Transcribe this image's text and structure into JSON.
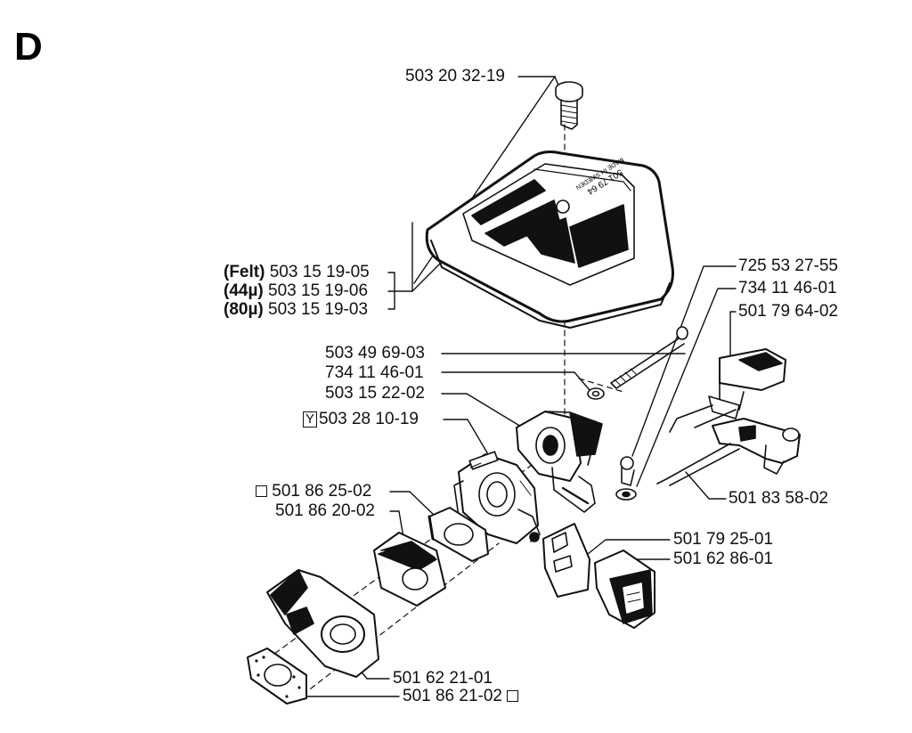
{
  "section": "D",
  "callouts": {
    "screw_top": "503 20 32-19",
    "filter_felt_prefix": "(Felt)",
    "filter_felt": "503 15 19-05",
    "filter_44_prefix": "(44µ)",
    "filter_44": "503 15 19-06",
    "filter_80_prefix": "(80µ)",
    "filter_80": "503 15 19-03",
    "bolt_long": "503 49 69-03",
    "washer_left": "734 11 46-01",
    "carb_holder": "503 15 22-02",
    "carb_marker": "Y",
    "carburetor": "503 28 10-19",
    "gasket_a": "501 86 25-02",
    "intake": "501 86 20-02",
    "intake_adapter": "501 62 21-01",
    "gasket_b": "501 86 21-02",
    "screw_right": "725 53 27-55",
    "washer_right": "734 11 46-01",
    "choke_lever": "501 79 64-02",
    "throttle_rod": "501 83 58-02",
    "plate": "501 79 25-01",
    "bushing": "501 62 86-01"
  },
  "cover_text": {
    "line1": "501 79 64",
    "line2": "MADE IN SWEDEN"
  },
  "colors": {
    "ink": "#111111",
    "fill": "#ffffff",
    "shade": "#2a2a2a"
  }
}
